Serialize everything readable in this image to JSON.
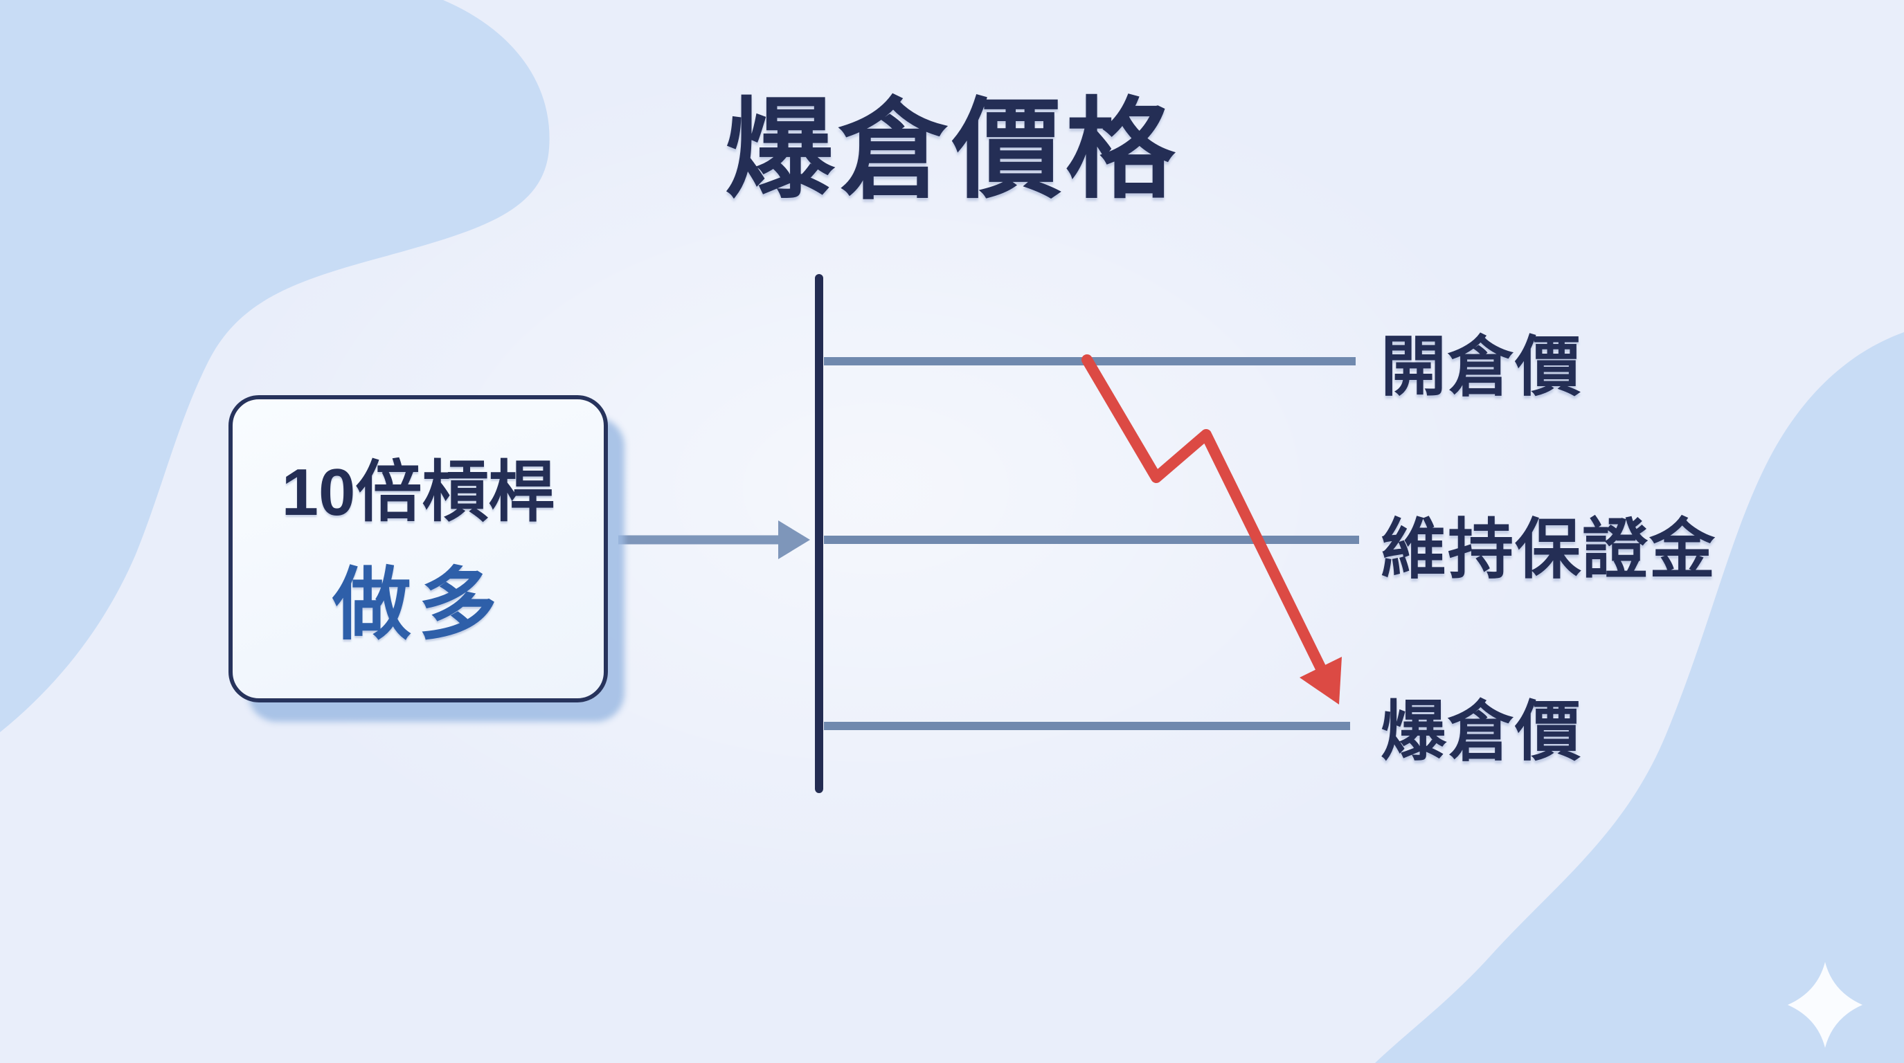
{
  "title": "爆倉價格",
  "scenario_box": {
    "leverage": "10倍槓桿",
    "direction": "做多"
  },
  "price_levels": [
    {
      "id": "open",
      "label": "開倉價"
    },
    {
      "id": "maintenance",
      "label": "維持保證金"
    },
    {
      "id": "liquidation",
      "label": "爆倉價"
    }
  ],
  "icons": {
    "flow_arrow": "right-arrow",
    "price_drop": "zigzag-down-arrow",
    "sparkle": "four-point-star"
  },
  "colors": {
    "background": "#e9eefa",
    "blob": "#c6daf4",
    "navy": "#232c52",
    "slate_line": "#7089ae",
    "flow_arrow": "#7e96ba",
    "red": "#dc4a44",
    "box_fill": "#f5f9fe",
    "box_shadow": "#b5cceb",
    "direction_blue": "#2e5fa9",
    "sparkle_white": "#fafcff"
  }
}
